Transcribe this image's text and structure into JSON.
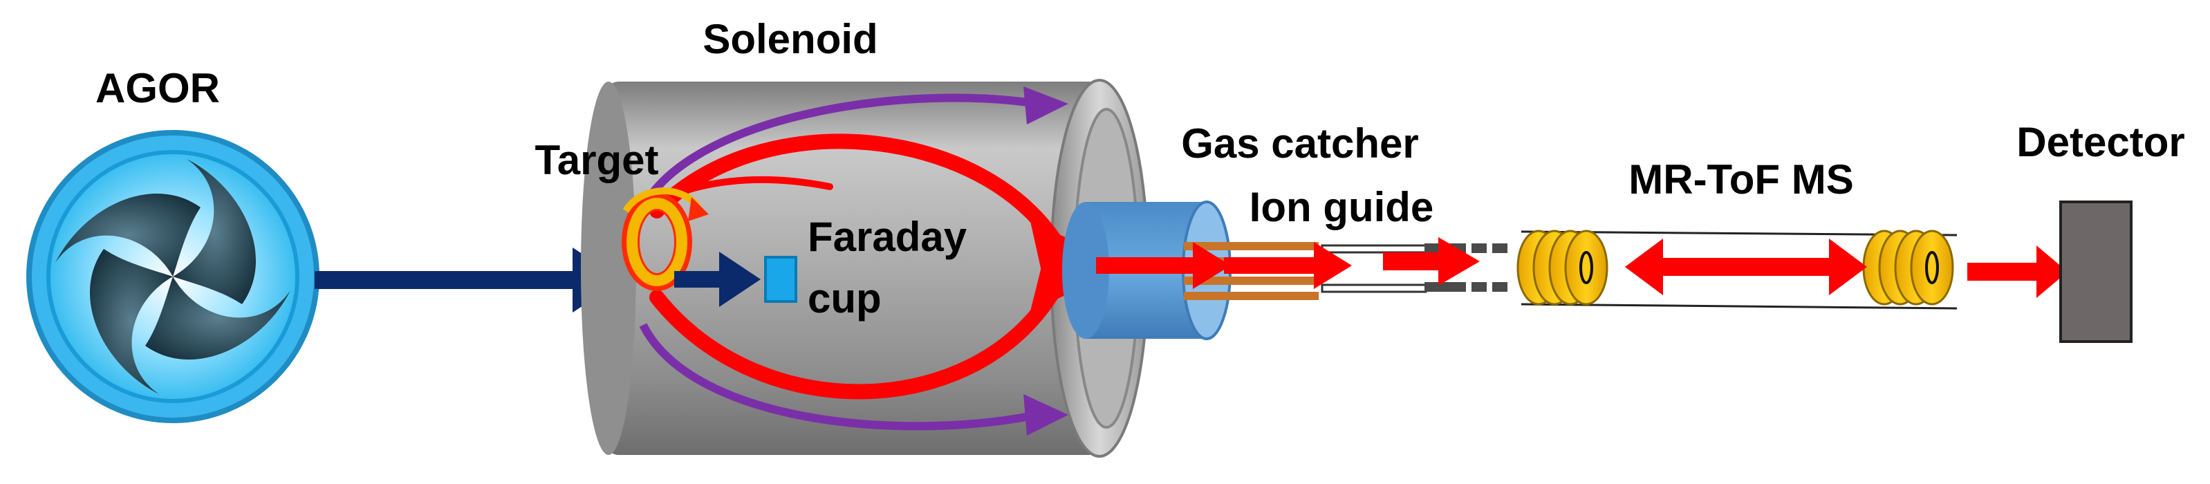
{
  "labels": {
    "agor": "AGOR",
    "solenoid": "Solenoid",
    "target": "Target",
    "faraday_line1": "Faraday",
    "faraday_line2": "cup",
    "gas_catcher": "Gas catcher",
    "ion_guide": "Ion guide",
    "mrtof": "MR-ToF MS",
    "detector": "Detector"
  },
  "colors": {
    "beam_arrow": "#0b2a6b",
    "ion_arrow": "#ff0000",
    "field_line": "#7a2fa8",
    "cyclotron": "#29aee8",
    "cylinder": "#9a9a9a",
    "gas_catcher": "#5b9bd5",
    "ring": "#f5b800",
    "detector": "#6d6767"
  }
}
